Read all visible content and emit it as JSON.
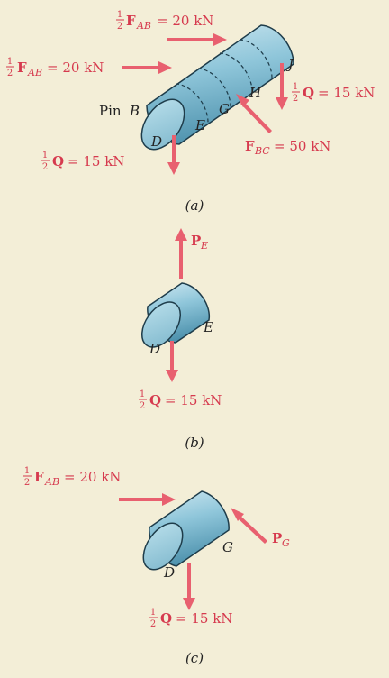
{
  "panel_a": {
    "caption": "(a)",
    "pin_label": "Pin",
    "point_labels": {
      "B": "B",
      "D": "D",
      "E": "E",
      "G": "G",
      "H": "H",
      "J": "J"
    },
    "forces": {
      "fab_top": {
        "symbol": "F",
        "sub": "AB",
        "value": "= 20 kN"
      },
      "fab_left": {
        "symbol": "F",
        "sub": "AB",
        "value": "= 20 kN"
      },
      "q_right": {
        "symbol": "Q",
        "value": "= 15 kN"
      },
      "q_bottom": {
        "symbol": "Q",
        "value": "= 15 kN"
      },
      "fbc": {
        "symbol": "F",
        "sub": "BC",
        "value": "= 50 kN"
      }
    }
  },
  "panel_b": {
    "caption": "(b)",
    "point_labels": {
      "D": "D",
      "E": "E"
    },
    "forces": {
      "pe": {
        "symbol": "P",
        "sub": "E"
      },
      "q": {
        "symbol": "Q",
        "value": "= 15 kN"
      }
    }
  },
  "panel_c": {
    "caption": "(c)",
    "point_labels": {
      "D": "D",
      "G": "G"
    },
    "forces": {
      "fab": {
        "symbol": "F",
        "sub": "AB",
        "value": "= 20 kN"
      },
      "pg": {
        "symbol": "P",
        "sub": "G"
      },
      "q": {
        "symbol": "Q",
        "value": "= 15 kN"
      }
    }
  },
  "fraction": {
    "num": "1",
    "den": "2"
  },
  "colors": {
    "background": "#f3eed7",
    "force": "#d63a4e",
    "cylinder": "#8fc6da",
    "cylinder_dark": "#5b9fba"
  }
}
